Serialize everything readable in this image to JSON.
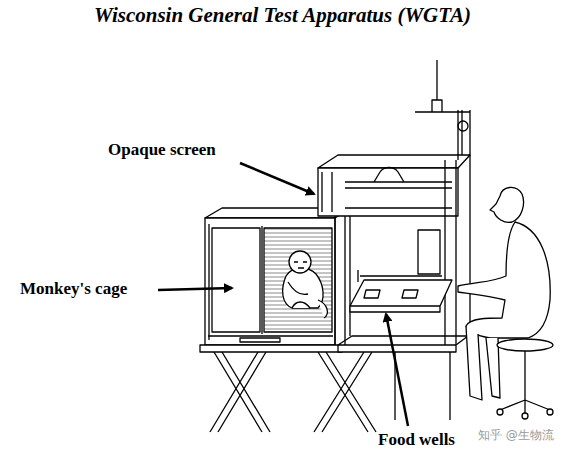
{
  "diagram": {
    "title": "Wisconsin General Test Apparatus (WGTA)",
    "labels": [
      "Opaque screen",
      "Monkey's cage",
      "Food wells",
      "知乎 @生物流"
    ]
  }
}
